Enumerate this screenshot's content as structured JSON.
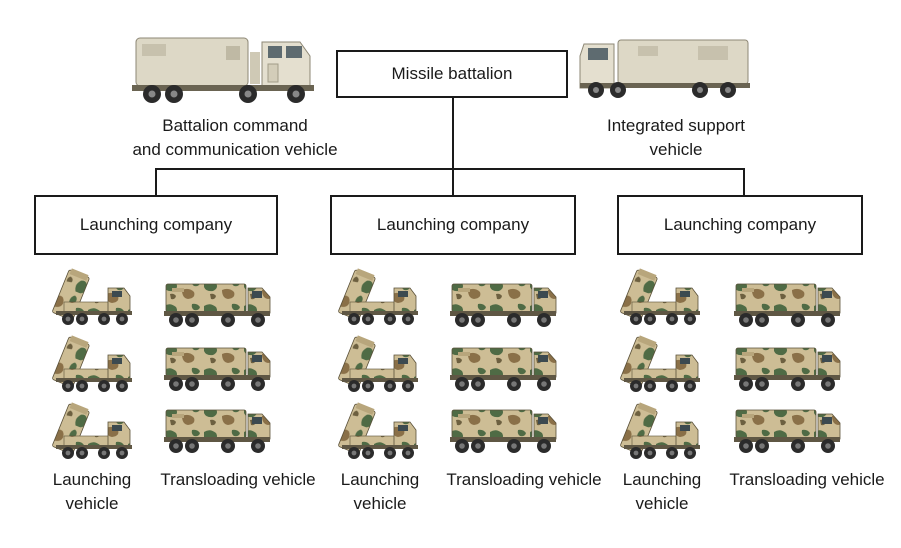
{
  "root": {
    "label": "Missile battalion"
  },
  "command_vehicle": {
    "line1": "Battalion command",
    "line2": "and communication vehicle"
  },
  "support_vehicle": {
    "line1": "Integrated support",
    "line2": "vehicle"
  },
  "companies": [
    {
      "label": "Launching company",
      "launcher_line1": "Launching",
      "launcher_line2": "vehicle",
      "transloader": "Transloading vehicle"
    },
    {
      "label": "Launching company",
      "launcher_line1": "Launching",
      "launcher_line2": "vehicle",
      "transloader": "Transloading vehicle"
    },
    {
      "label": "Launching company",
      "launcher_line1": "Launching",
      "launcher_line2": "vehicle",
      "transloader": "Transloading vehicle"
    }
  ],
  "colors": {
    "line": "#1a1a1a",
    "camo_base": "#cdbd95",
    "camo_green": "#4f6b45",
    "camo_brown": "#8a7048",
    "truck_tan": "#e4dfcf",
    "tire": "#2b2b2b"
  },
  "icons": {
    "command_vehicle": "command-truck-icon",
    "support_vehicle": "support-truck-icon",
    "launcher": "missile-launcher-truck-icon",
    "transloader": "transloader-truck-icon"
  }
}
